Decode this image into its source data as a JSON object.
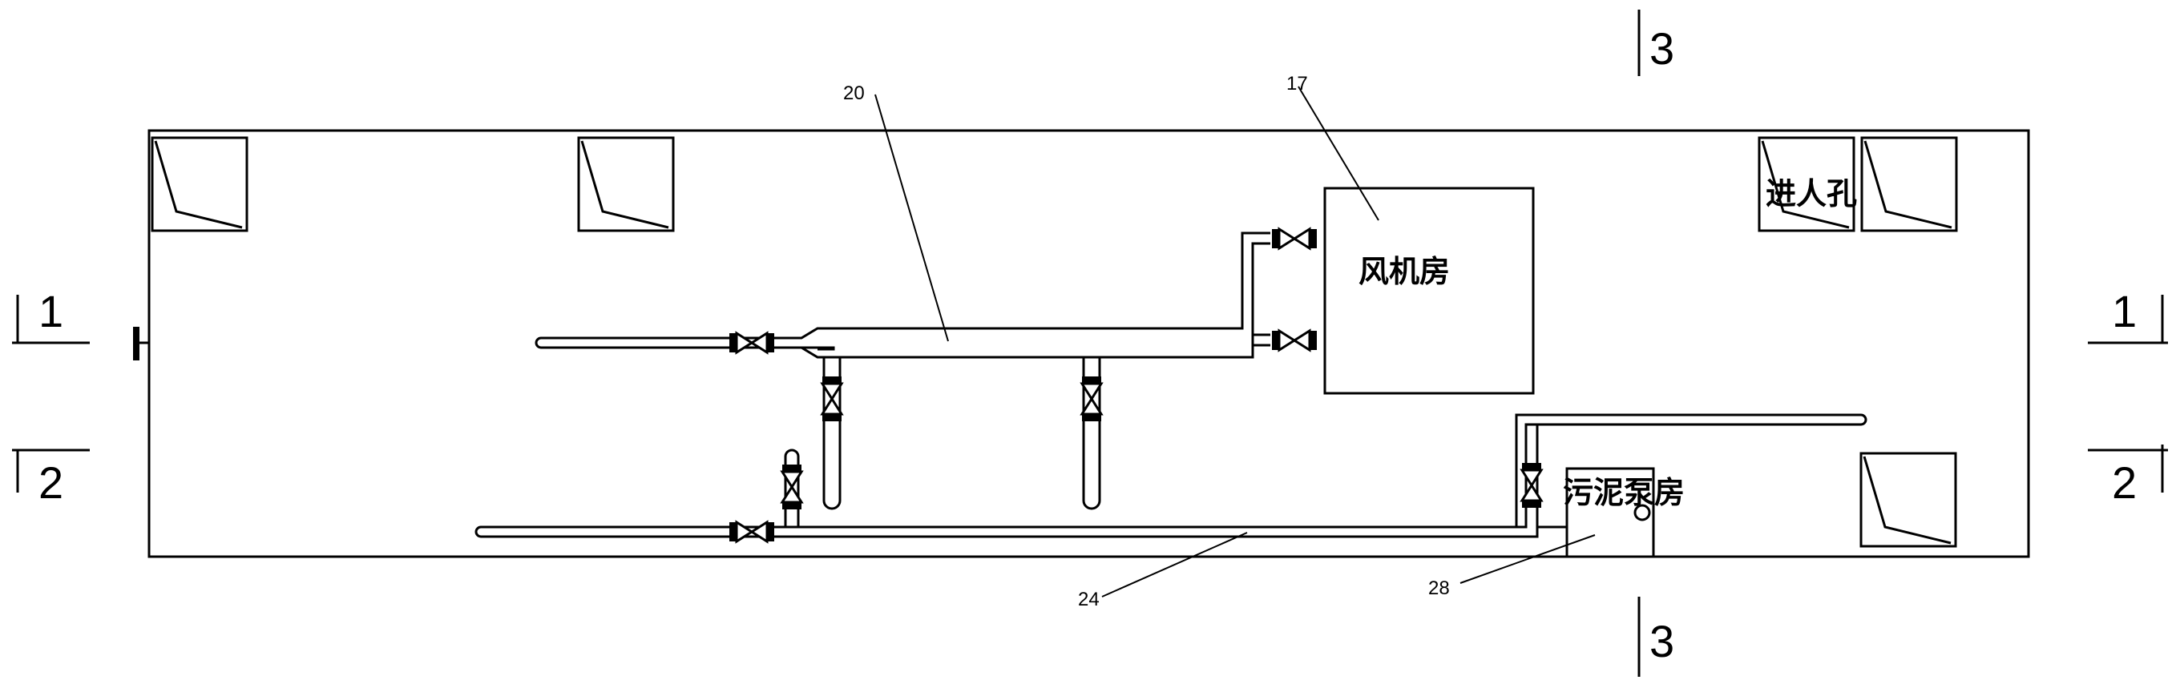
{
  "diagram": {
    "rooms": {
      "blower_room": "风机房",
      "sludge_pump_room": "污泥泵房",
      "manhole": "进人孔"
    },
    "callouts": {
      "c17": "17",
      "c20": "20",
      "c24": "24",
      "c28": "28"
    },
    "section_marks": {
      "left_1": "1",
      "right_1": "1",
      "left_2": "2",
      "right_2": "2",
      "top_3": "3",
      "bottom_3": "3"
    },
    "colors": {
      "line": "#000000",
      "background": "#ffffff"
    }
  }
}
